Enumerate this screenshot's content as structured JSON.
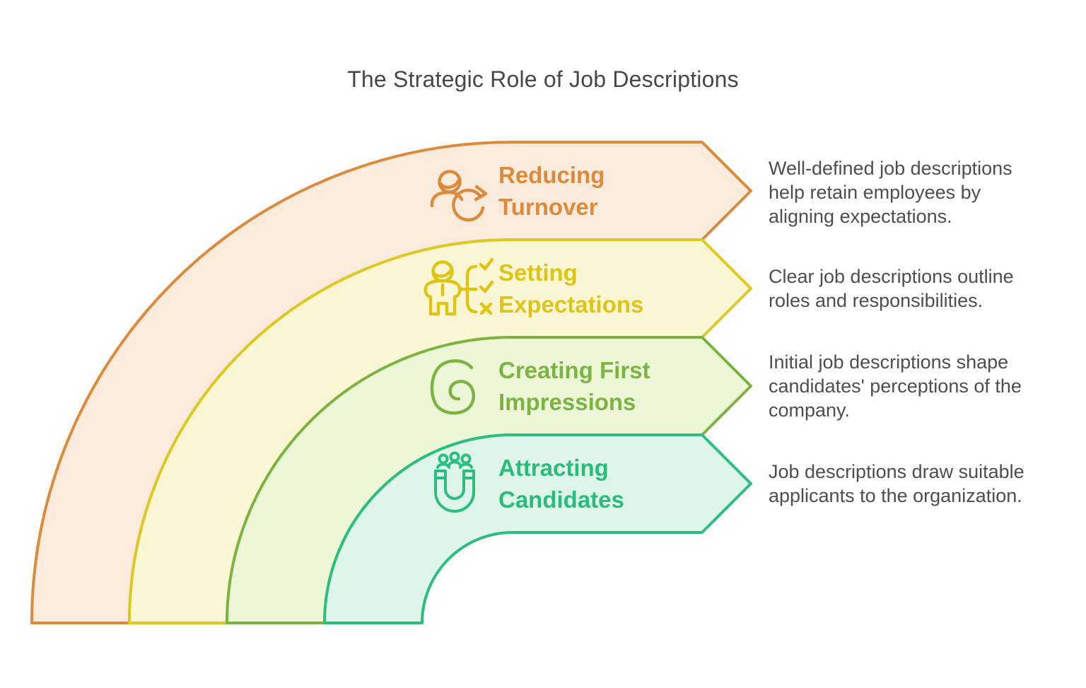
{
  "title": "The Strategic Role of Job Descriptions",
  "bands": [
    {
      "label": "Reducing\nTurnover",
      "description": "Well-defined job descriptions\nhelp retain employees by\naligning expectations.",
      "icon": "person-refresh-icon",
      "stroke": "#dc8a3b",
      "fill": "#fbebdd",
      "label_color": "#dc8a3b",
      "icon_color": "#dc8a3b"
    },
    {
      "label": "Setting\nExpectations",
      "description": "Clear job descriptions outline\nroles and responsibilities.",
      "icon": "person-checklist-icon",
      "stroke": "#dec922",
      "fill": "#fbf6d4",
      "label_color": "#e0c414",
      "icon_color": "#e0c414"
    },
    {
      "label": "Creating First\nImpressions",
      "description": "Initial job descriptions shape\ncandidates' perceptions of the\ncompany.",
      "icon": "spiral-icon",
      "stroke": "#7cb442",
      "fill": "#eef6d8",
      "label_color": "#7cb442",
      "icon_color": "#7cb442"
    },
    {
      "label": "Attracting\nCandidates",
      "description": "Job descriptions draw suitable\napplicants to the organization.",
      "icon": "magnet-people-icon",
      "stroke": "#2cbe7e",
      "fill": "#dff5e9",
      "label_color": "#29bd79",
      "icon_color": "#2cbe7e"
    }
  ],
  "text_color": "#4e4e4e"
}
